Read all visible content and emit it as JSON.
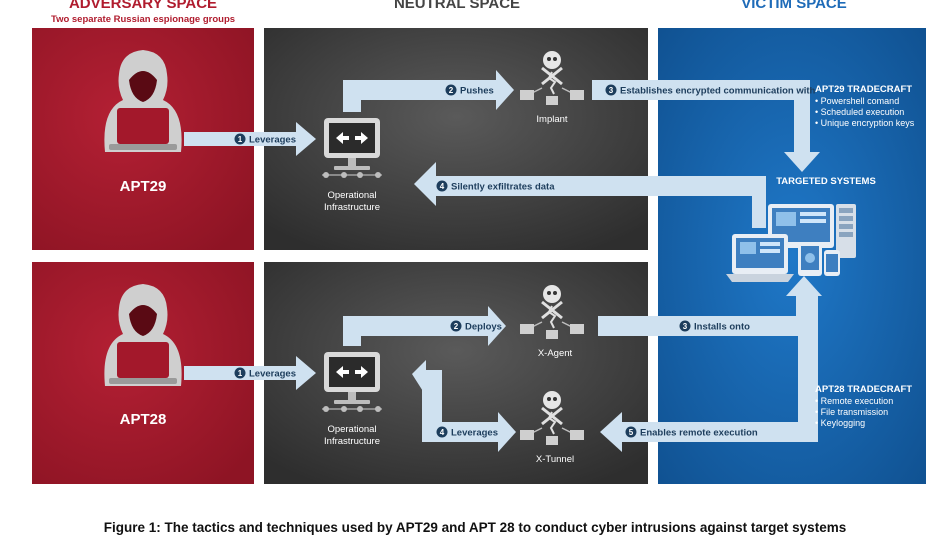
{
  "headers": {
    "adversary": "ADVERSARY SPACE",
    "adversary_sub": "Two separate Russian espionage groups",
    "neutral": "NEUTRAL SPACE",
    "victim": "VICTIM SPACE"
  },
  "groups": {
    "apt29": "APT29",
    "apt28": "APT28"
  },
  "nodes": {
    "op_infra_1a": "Operational",
    "op_infra_1b": "Infrastructure",
    "op_infra_2a": "Operational",
    "op_infra_2b": "Infrastructure",
    "implant": "Implant",
    "x_agent": "X-Agent",
    "x_tunnel": "X-Tunnel",
    "targeted": "TARGETED SYSTEMS"
  },
  "steps": {
    "apt29_leverages": "Leverages",
    "apt29_pushes": "Pushes",
    "apt29_establishes": "Establishes encrypted communication with",
    "apt29_exfil": "Silently exfiltrates data",
    "apt28_leverages": "Leverages",
    "apt28_deploys": "Deploys",
    "apt28_installs": "Installs onto",
    "apt28_leverages2": "Leverages",
    "apt28_remote": "Enables remote execution"
  },
  "step_numbers": {
    "n1": "1",
    "n2": "2",
    "n3": "3",
    "n4": "4",
    "n5": "5"
  },
  "tradecraft": {
    "apt29_title": "APT29 TRADECRAFT",
    "apt29_items": [
      "Powershell comand",
      "Scheduled execution",
      "Unique encryption keys"
    ],
    "apt28_title": "APT28 TRADECRAFT",
    "apt28_items": [
      "Remote execution",
      "File transmission",
      "Keylogging"
    ]
  },
  "caption": "Figure 1: The tactics and techniques used by APT29 and APT 28 to conduct cyber intrusions against target systems",
  "colors": {
    "adversary": "#a3182b",
    "neutral": "#3f3f3f",
    "victim": "#1463a8",
    "arrow": "#cfe1f0",
    "header_red": "#b01c2e",
    "header_blue": "#1e6bb8"
  },
  "icons": {
    "hacker": "hooded-hacker-icon",
    "monitor": "monitor-arrows-icon",
    "malware": "skull-crossbones-network-icon",
    "devices": "targeted-devices-icon"
  }
}
